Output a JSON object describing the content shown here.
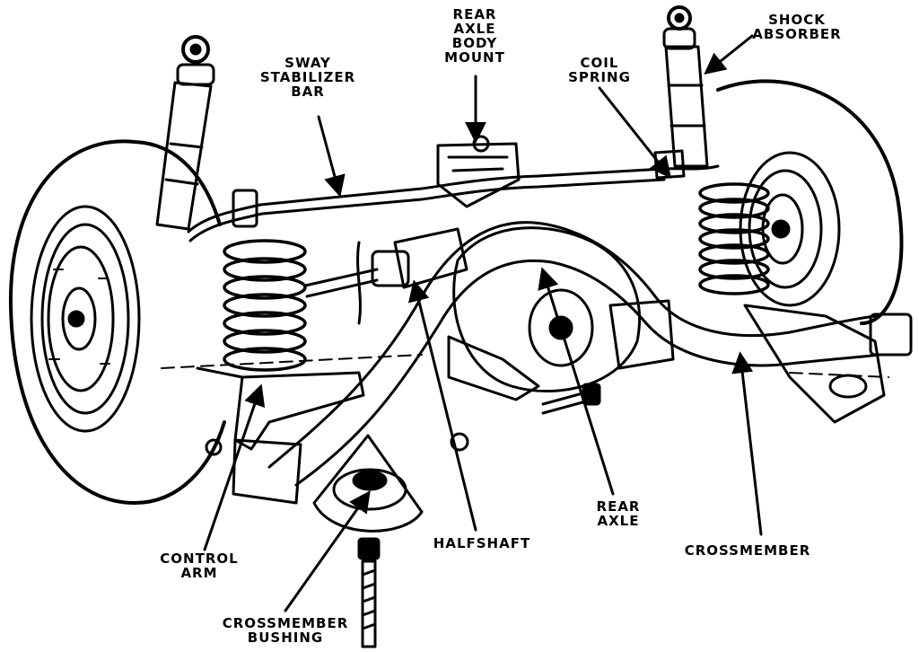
{
  "colors": {
    "ink": "#000000",
    "paper": "#ffffff"
  },
  "labels": {
    "sway_stabilizer_bar": [
      "SWAY",
      "STABILIZER",
      "BAR"
    ],
    "rear_axle_body_mount": [
      "REAR",
      "AXLE",
      "BODY",
      "MOUNT"
    ],
    "coil_spring": [
      "COIL",
      "SPRING"
    ],
    "shock_absorber": [
      "SHOCK",
      "ABSORBER"
    ],
    "control_arm": [
      "CONTROL",
      "ARM"
    ],
    "halfshaft": [
      "HALFSHAFT"
    ],
    "rear_axle": [
      "REAR",
      "AXLE"
    ],
    "crossmember": [
      "CROSSMEMBER"
    ],
    "crossmember_bushing": [
      "CROSSMEMBER",
      "BUSHING"
    ]
  }
}
